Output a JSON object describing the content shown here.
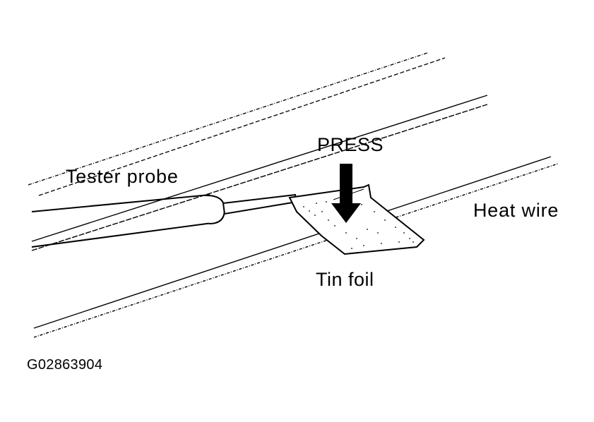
{
  "labels": {
    "press": "PRESS",
    "tester_probe": "Tester probe",
    "heat_wire": "Heat wire",
    "tin_foil": "Tin foil",
    "figure_code": "G02863904"
  }
}
